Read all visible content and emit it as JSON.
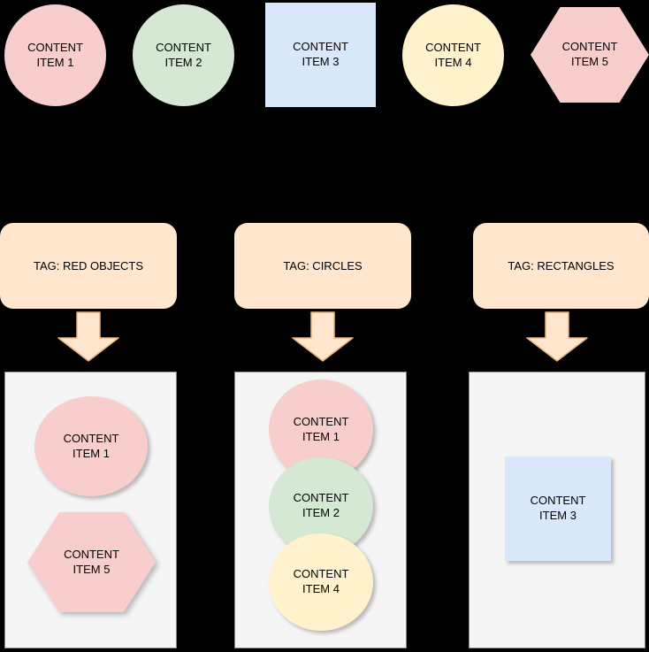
{
  "canvas": {
    "background": "#000000"
  },
  "colors": {
    "pink": "#f8cecc",
    "green": "#d5e8d4",
    "blue": "#dae8fc",
    "yellow": "#fff2cc",
    "tag_fill": "#ffe6cc",
    "arrow_fill": "#ffe6cc",
    "arrow_stroke": "#e6b380",
    "container_fill": "#f5f5f5",
    "container_stroke": "#8a8a8a"
  },
  "items": {
    "item1": {
      "label": "CONTENT ITEM 1",
      "shape": "circle",
      "fill": "#f8cecc"
    },
    "item2": {
      "label": "CONTENT ITEM 2",
      "shape": "circle",
      "fill": "#d5e8d4"
    },
    "item3": {
      "label": "CONTENT ITEM 3",
      "shape": "square",
      "fill": "#dae8fc"
    },
    "item4": {
      "label": "CONTENT ITEM 4",
      "shape": "circle",
      "fill": "#fff2cc"
    },
    "item5": {
      "label": "CONTENT ITEM 5",
      "shape": "hexagon",
      "fill": "#f8cecc"
    }
  },
  "tags": [
    {
      "label": "TAG: RED OBJECTS",
      "members": [
        "CONTENT ITEM 1",
        "CONTENT ITEM 5"
      ]
    },
    {
      "label": "TAG: CIRCLES",
      "members": [
        "CONTENT ITEM 1",
        "CONTENT ITEM 2",
        "CONTENT ITEM 4"
      ]
    },
    {
      "label": "TAG: RECTANGLES",
      "members": [
        "CONTENT ITEM 3"
      ]
    }
  ]
}
